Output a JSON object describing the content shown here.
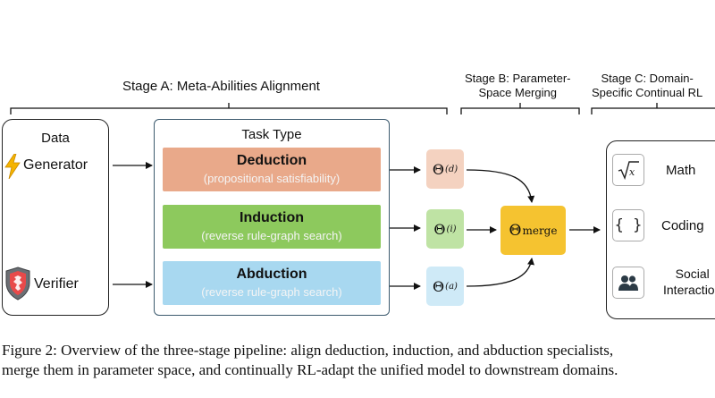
{
  "stages": {
    "a": "Stage A: Meta-Abilities Alignment",
    "b_line1": "Stage B: Parameter-",
    "b_line2": "Space  Merging",
    "c_line1": "Stage C: Domain-",
    "c_line2": "Specific Continual RL"
  },
  "data_panel": {
    "title": "Data",
    "generator": "Generator",
    "verifier": "Verifier"
  },
  "task_panel": {
    "title": "Task Type",
    "tasks": [
      {
        "name": "Deduction",
        "desc": "(propositional satisfiability)",
        "color": "#e9a98a"
      },
      {
        "name": "Induction",
        "desc": "(reverse rule-graph search)",
        "color": "#8dc95d"
      },
      {
        "name": "Abduction",
        "desc": "(reverse rule-graph search)",
        "color": "#a8d8f0"
      }
    ]
  },
  "thetas": [
    {
      "sym": "Θ",
      "sup": "(d)",
      "color": "#f4d2c0"
    },
    {
      "sym": "Θ",
      "sup": "(i)",
      "color": "#bfe3a4"
    },
    {
      "sym": "Θ",
      "sup": "(a)",
      "color": "#cfeaf7"
    }
  ],
  "merge": {
    "sym": "Θ",
    "sub": "merge",
    "color": "#f5c330"
  },
  "domains": [
    {
      "label": "Math",
      "icon": "sqrt-x-icon"
    },
    {
      "label": "Coding",
      "icon": "curly-braces-icon"
    },
    {
      "label_line1": "Social",
      "label_line2": "Interaction",
      "icon": "people-icon"
    }
  ],
  "caption": {
    "line1": "Figure 2: Overview of the three-stage pipeline: align deduction, induction, and abduction specialists,",
    "line2": "merge them in parameter space, and continually RL-adapt the unified model to downstream domains."
  }
}
